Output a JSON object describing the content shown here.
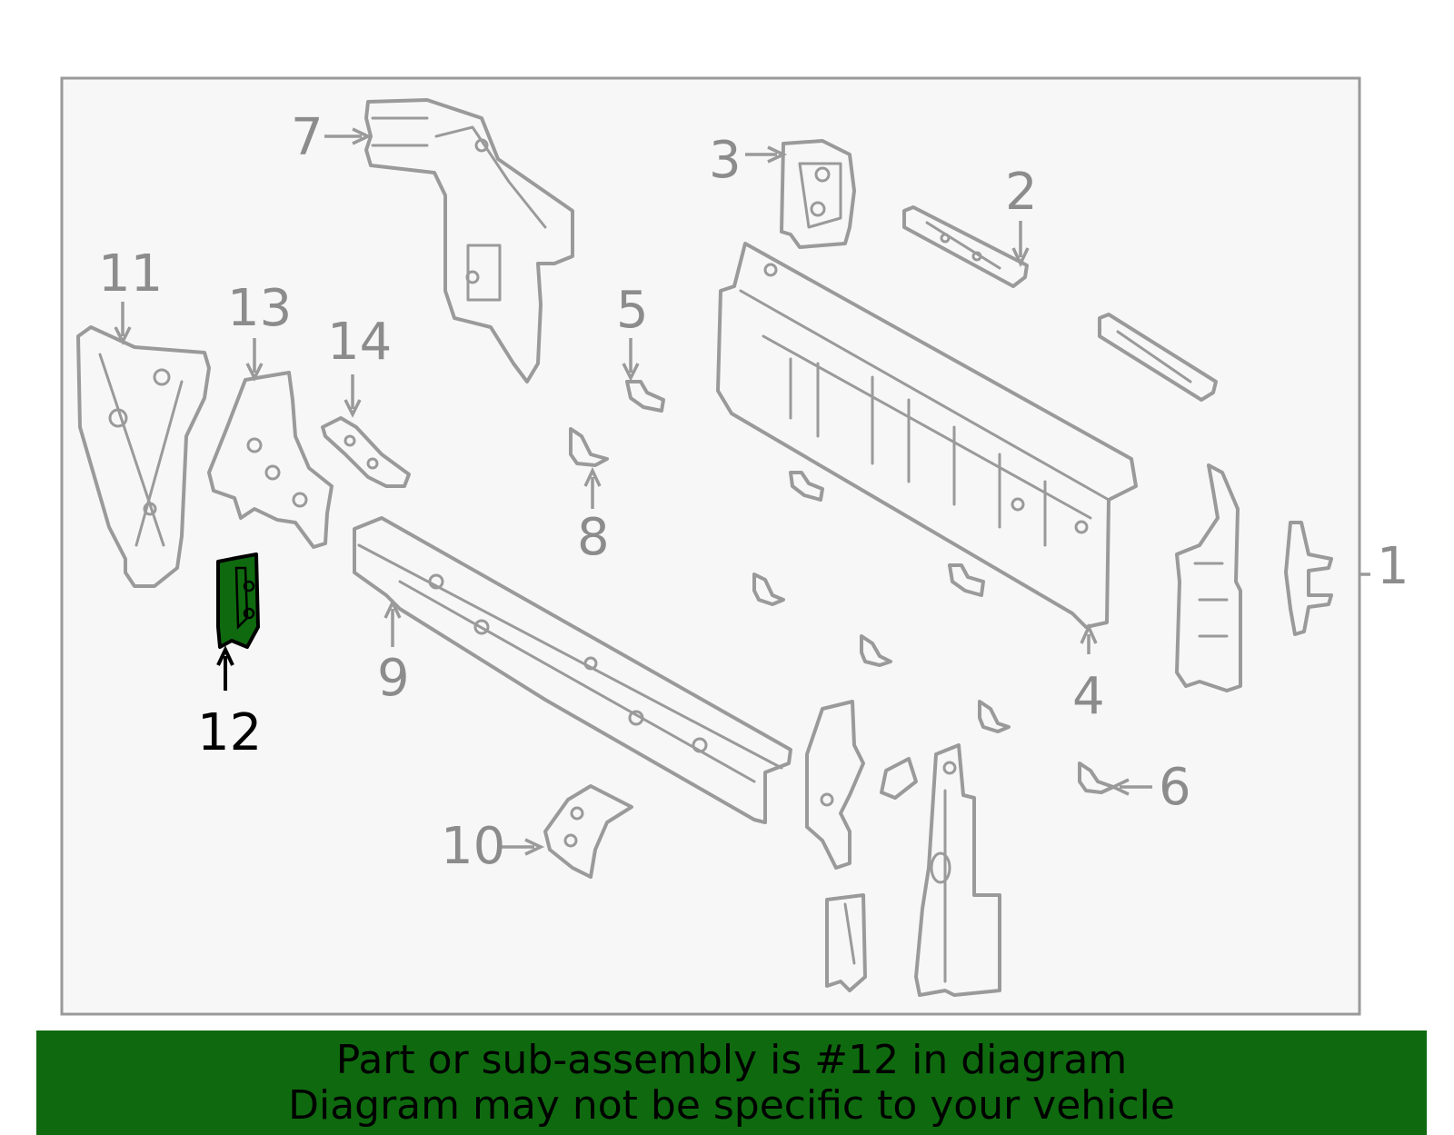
{
  "diagram": {
    "callouts": [
      {
        "id": "1",
        "label": "1"
      },
      {
        "id": "2",
        "label": "2"
      },
      {
        "id": "3",
        "label": "3"
      },
      {
        "id": "4",
        "label": "4"
      },
      {
        "id": "5",
        "label": "5"
      },
      {
        "id": "6",
        "label": "6"
      },
      {
        "id": "7",
        "label": "7"
      },
      {
        "id": "8",
        "label": "8"
      },
      {
        "id": "9",
        "label": "9"
      },
      {
        "id": "10",
        "label": "10"
      },
      {
        "id": "11",
        "label": "11"
      },
      {
        "id": "12",
        "label": "12"
      },
      {
        "id": "13",
        "label": "13"
      },
      {
        "id": "14",
        "label": "14"
      }
    ],
    "highlighted_part": "12"
  },
  "banner": {
    "line1": "Part or sub-assembly is #12 in diagram",
    "line2": "Diagram may not be specific to your vehicle"
  },
  "colors": {
    "part_stroke": "#9a9a9a",
    "highlight_fill": "#0f6a0f",
    "banner_bg": "#0f6a0f",
    "panel_bg": "#f7f7f7"
  }
}
